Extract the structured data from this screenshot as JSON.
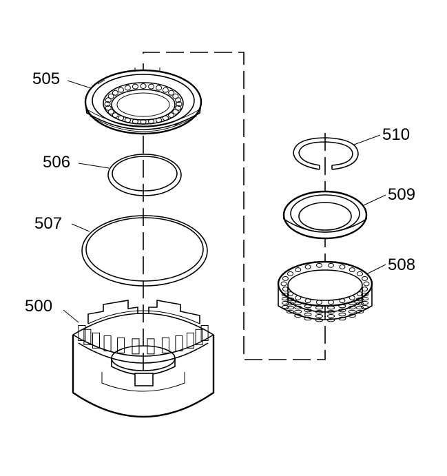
{
  "parts": [
    {
      "id": "505",
      "label": "505"
    },
    {
      "id": "506",
      "label": "506"
    },
    {
      "id": "507",
      "label": "507"
    },
    {
      "id": "500",
      "label": "500"
    },
    {
      "id": "510",
      "label": "510"
    },
    {
      "id": "509",
      "label": "509"
    },
    {
      "id": "508",
      "label": "508"
    }
  ],
  "colors": {
    "line": "#000000",
    "background": "#ffffff"
  }
}
